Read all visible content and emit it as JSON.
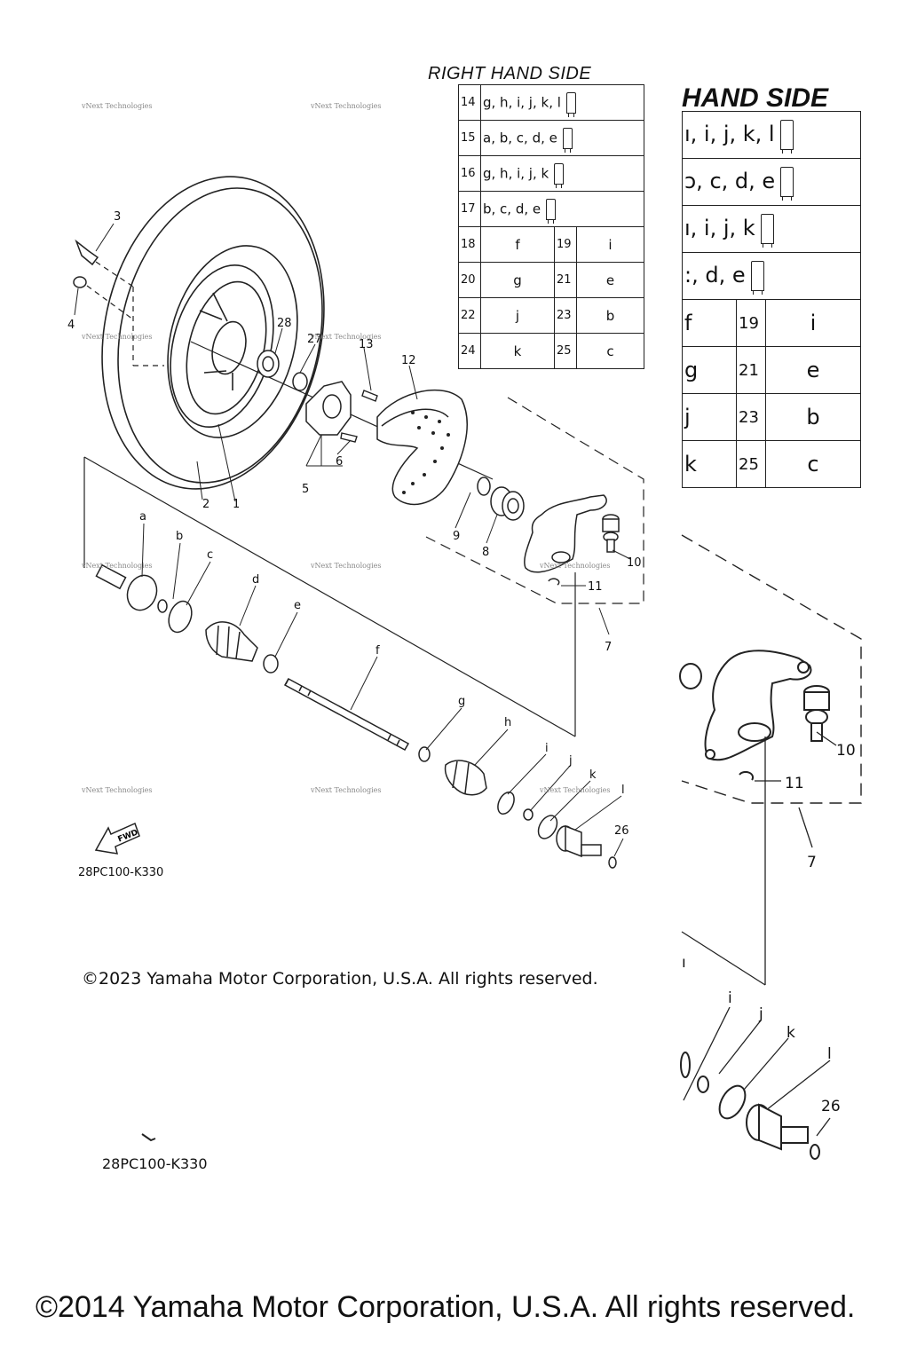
{
  "table_small": {
    "title": "RIGHT HAND SIDE",
    "rows": [
      {
        "num": "14",
        "text": "g, h, i, j, k, l"
      },
      {
        "num": "15",
        "text": "a, b, c, d, e"
      },
      {
        "num": "16",
        "text": "g, h, i, j, k"
      },
      {
        "num": "17",
        "text": "b, c, d, e"
      }
    ],
    "pairs": [
      {
        "n1": "18",
        "v1": "f",
        "n2": "19",
        "v2": "i"
      },
      {
        "n1": "20",
        "v1": "g",
        "n2": "21",
        "v2": "e"
      },
      {
        "n1": "22",
        "v1": "j",
        "n2": "23",
        "v2": "b"
      },
      {
        "n1": "24",
        "v1": "k",
        "n2": "25",
        "v2": "c"
      }
    ]
  },
  "table_big": {
    "title": "HAND SIDE",
    "rows": [
      {
        "text": "ı, i, j, k, l"
      },
      {
        "text": "ɔ, c, d, e"
      },
      {
        "text": "ı, i, j, k"
      },
      {
        "text": ":, d, e"
      }
    ],
    "pairs": [
      {
        "v1": "f",
        "n2": "19",
        "v2": "i"
      },
      {
        "v1": "g",
        "n2": "21",
        "v2": "e"
      },
      {
        "v1": "j",
        "n2": "23",
        "v2": "b"
      },
      {
        "v1": "k",
        "n2": "25",
        "v2": "c"
      }
    ]
  },
  "callouts": {
    "c1": "1",
    "c2": "2",
    "c3": "3",
    "c4": "4",
    "c5": "5",
    "c6": "6",
    "c7": "7",
    "c8": "8",
    "c9": "9",
    "c10": "10",
    "c11": "11",
    "c12": "12",
    "c13": "13",
    "c26": "26",
    "c27": "27",
    "c28": "28",
    "a": "a",
    "b": "b",
    "c": "c",
    "d": "d",
    "e": "e",
    "f": "f",
    "g": "g",
    "h": "h",
    "i": "i",
    "j": "j",
    "k": "k",
    "l": "l"
  },
  "callouts_big": {
    "c7": "7",
    "c10": "10",
    "c11": "11",
    "c26": "26",
    "i": "i",
    "j": "j",
    "k": "k",
    "l": "l",
    "h_fragment": "ı"
  },
  "fwd_label": "FWD",
  "part_code": "28PC100-K330",
  "part_code_big": "28PC100-K330",
  "watermark": "vNext Technologies",
  "copyright_small": "©2023 Yamaha Motor Corporation, U.S.A. All rights reserved.",
  "copyright_big": "©2014 Yamaha Motor Corporation, U.S.A. All rights reserved."
}
